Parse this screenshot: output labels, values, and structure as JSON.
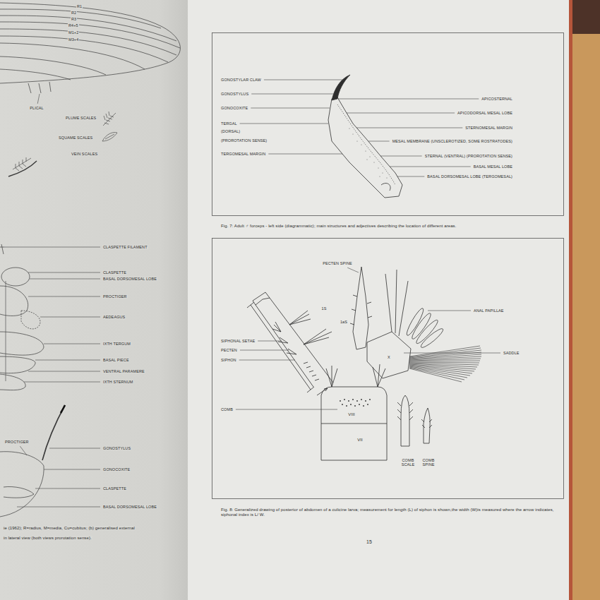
{
  "diagram": {
    "labels": [
      "R1",
      "R2",
      "R3",
      "R4+5",
      "M1+2",
      "M3+4",
      "PLICAL",
      "PLUME SCALES",
      "SQUAME SCALES",
      "VEIN SCALES",
      "CLASPETTE FILAMENT",
      "CLASPETTE",
      "BASAL DORSOMESAL LOBE",
      "PROCTIGER",
      "AEDEAGUS",
      "IXTH TERGUM",
      "BASAL PIECE",
      "VENTRAL PARAMERE",
      "IXTH STERNUM",
      "GONOSTYLUS",
      "PROCTIGER",
      "GONOCOXITE",
      "CLASPETTE",
      "BASAL DORSOMESAL LOBE",
      "ie (1962); R=radius, M=media, Cu=cubitus; (b) generalised external",
      "in lateral view (both views prorotation sense).",
      "GONOSTYLAR CLAW",
      "GONOSTYLUS",
      "GONOCOXITE",
      "TERGAL",
      "(DORSAL)",
      "(PROROTATION SENSE)",
      "TERGOMESAL MARGIN",
      "APICOSTERNAL",
      "APICODORSAL MESAL LOBE",
      "STERNOMESAL MARGIN",
      "MESAL MEMBRANE (UNSCLEROTIZED, SOME ROSTRATODES)",
      "STERNAL (VENTRAL) (PROROTATION SENSE)",
      "BASAL MESAL LOBE",
      "BASAL DORSOMESAL LOBE (TERGOMESAL)",
      "Fig. 7: Adult ♂ forceps - left side (diagrammatic); main structures and adjectives describing the location of different areas.",
      "PECTEN SPINE",
      "1S",
      "1aS",
      "ANAL PAPILLAE",
      "SIPHONAL SETAE",
      "PECTEN",
      "SIPHON",
      "SADDLE",
      "X",
      "COMB",
      "VIII",
      "VII",
      "COMB SCALE",
      "COMB SPINE",
      "Fig. 8: Generalized drawing of posterior of abdomen of a culicine larva; measurement for length (L) of siphon is shown,the width (W)is measured where the arrow indicates, siphonal index is L/ W.",
      "15"
    ]
  }
}
